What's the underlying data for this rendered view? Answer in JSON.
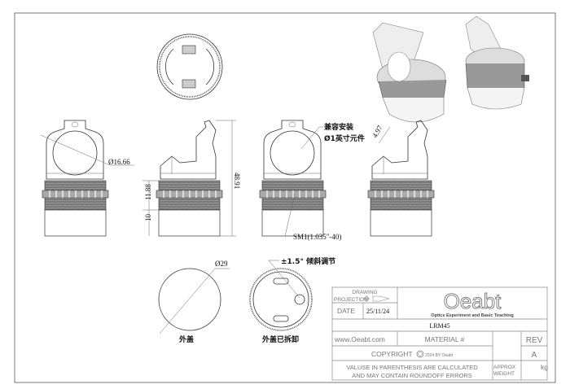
{
  "drawing": {
    "dimensions": {
      "bore_diameter": "Ø16.66",
      "height_total": "48.91",
      "thread_height": "11.88",
      "base_height": "10",
      "angle_width": "4.97",
      "cover_diameter": "Ø29"
    },
    "annotations": {
      "compat_line1": "兼容安装",
      "compat_line2": "Ø1英寸元件",
      "thread": "SM1(1.035\"-40)",
      "tilt": "±1.5° 倾斜调节",
      "cover_label": "外盖",
      "cover_removed_label": "外盖已拆卸"
    }
  },
  "title_block": {
    "drawing_projection_1": "DRAWING",
    "drawing_projection_2": "PROJECTION",
    "date_label": "DATE",
    "date_value": "25/11/24",
    "logo_text": "Oeabt",
    "logo_tagline": "Optics Experiment and Basic Teaching",
    "part_number": "LRM45",
    "website": "www.Oeabt.com",
    "material_label": "MATERIAL #",
    "rev_label": "REV",
    "rev_value": "A",
    "copyright_label": "COPYRIGHT",
    "copyright_text": "2024 BY Oeabt",
    "note_line1": "VALUSE IN PARENTHESIS ARE CALCULATED",
    "note_line2": "AND MAY CONTAIN ROUNDOFF ERRORS",
    "approx_weight_1": "APPROX",
    "approx_weight_2": "WEIGHT",
    "weight_unit": "kg"
  }
}
